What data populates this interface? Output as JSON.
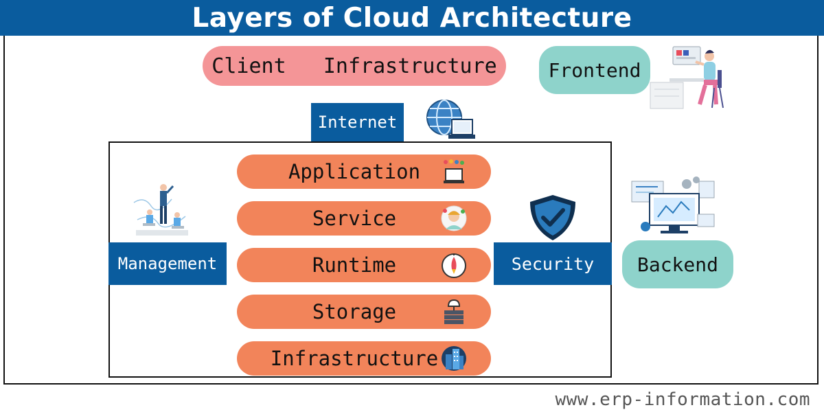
{
  "title": "Layers of Cloud Architecture",
  "client_label": "Client   Infrastructure",
  "frontend_label": "Frontend",
  "internet_label": "Internet",
  "management_label": "Management",
  "security_label": "Security",
  "backend_label": "Backend",
  "layers": [
    {
      "label": "Application",
      "icon": "application-icon"
    },
    {
      "label": "Service",
      "icon": "service-icon"
    },
    {
      "label": "Runtime",
      "icon": "runtime-icon"
    },
    {
      "label": "Storage",
      "icon": "storage-icon"
    },
    {
      "label": "Infrastructure",
      "icon": "infrastructure-icon"
    }
  ],
  "footer": "www.erp-information.com",
  "colors": {
    "title_bar": "#0a5c9e",
    "client_pill": "#f49597",
    "teal_pill": "#8ed3cb",
    "layer_pill": "#f2845a",
    "label_box": "#0a5c9e"
  }
}
